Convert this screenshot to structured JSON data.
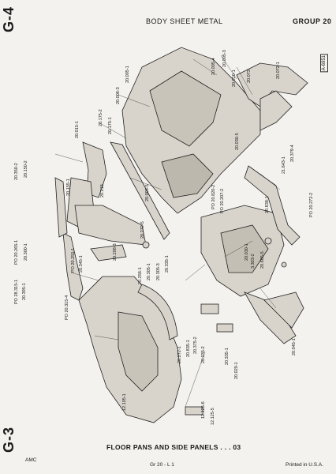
{
  "header": {
    "tab_top": "G-4",
    "title": "BODY SHEET METAL",
    "group": "GROUP 20",
    "stamp": "A-6951"
  },
  "labels": {
    "l1": "20.005-4",
    "l2": "20.005-3",
    "l3": "20.010-1",
    "l4": "20.072-1",
    "l5": "20.073",
    "l6": "20.006-3",
    "l7": "20.005-1",
    "l8": "20.175-2",
    "l9": "20.175-1",
    "l10": "20.015-1",
    "l11": "20.350-2",
    "l12": "20.150-2",
    "l13": "20.155-1",
    "l14": "20.215",
    "l15": "20.005-5",
    "l16": "20.030-5",
    "l17": "20.379-4",
    "l18": "21.643-1",
    "l19": "20.272-5",
    "l20": "PO 20.820-2",
    "l21": "PO 20.207-2",
    "l22": "20.838-1",
    "l23": "PO 20.272-2",
    "l24": "PO 20.265-1",
    "l25": "20.300-1",
    "l26": "PO 20.255-1",
    "l27": "20.208-3",
    "l28": "20.345-1",
    "l29": "20.256-1",
    "l30": "20.305-1",
    "l31": "20.305-3",
    "l32": "20.335-1",
    "l33": "20.030-1",
    "l34": "3.303-2",
    "l35": "20.605-5",
    "l36": "PO 28.315-1",
    "l37": "20.395-1",
    "l38": "PO 20.315-4",
    "l39": "20.272-1",
    "l40": "20.835-1",
    "l41": "20.375-2",
    "l42": "20.035-2",
    "l43": "20.335-1",
    "l44": "20.020-1",
    "l45": "20.045-1",
    "l46": "12.105-1",
    "l47": "12.125-6",
    "l48": "12.125-5"
  },
  "footer": {
    "tab_bottom": "G-3",
    "title": "FLOOR PANS AND SIDE PANELS . . . 03",
    "maker": "AMC",
    "page_ref": "Gr 20 - L 1",
    "printed": "Printed in U.S.A."
  }
}
